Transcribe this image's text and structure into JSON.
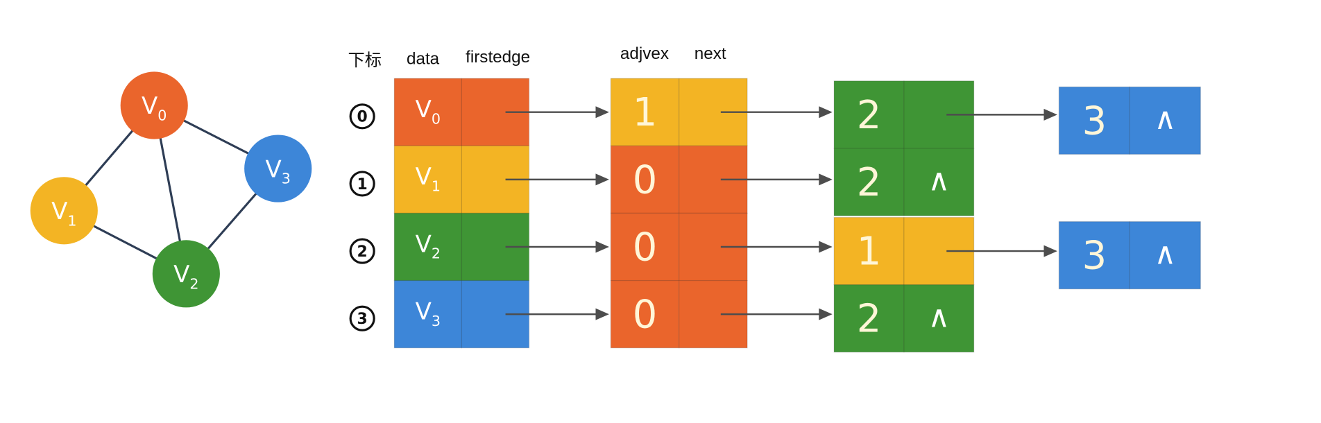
{
  "headers": {
    "index": "下标",
    "data": "data",
    "firstedge": "firstedge",
    "adjvex": "adjvex",
    "next": "next"
  },
  "colors": {
    "edge": "#2E3D55",
    "arrow": "#4D4D4D",
    "label": "#FFFFFF",
    "cell_text": "#FFF6D8"
  },
  "graph": {
    "vertices": [
      {
        "letter": "V",
        "sub": "0",
        "color": "#EA652C"
      },
      {
        "letter": "V",
        "sub": "1",
        "color": "#F3B424"
      },
      {
        "letter": "V",
        "sub": "2",
        "color": "#3F9535"
      },
      {
        "letter": "V",
        "sub": "3",
        "color": "#3D86D8"
      }
    ],
    "edges": [
      [
        0,
        1
      ],
      [
        0,
        2
      ],
      [
        0,
        3
      ],
      [
        1,
        2
      ],
      [
        2,
        3
      ]
    ]
  },
  "vertex_table": [
    {
      "index": "0",
      "letter": "V",
      "sub": "0",
      "color": "#EA652C"
    },
    {
      "index": "1",
      "letter": "V",
      "sub": "1",
      "color": "#F3B424"
    },
    {
      "index": "2",
      "letter": "V",
      "sub": "2",
      "color": "#3F9535"
    },
    {
      "index": "3",
      "letter": "V",
      "sub": "3",
      "color": "#3D86D8"
    }
  ],
  "adjacency": [
    [
      {
        "adjvex": "1",
        "color": "#F3B424"
      },
      {
        "adjvex": "2",
        "color": "#3F9535"
      },
      {
        "adjvex": "3",
        "next": "∧",
        "color": "#3D86D8"
      }
    ],
    [
      {
        "adjvex": "0",
        "color": "#EA652C"
      },
      {
        "adjvex": "2",
        "next": "∧",
        "color": "#3F9535"
      }
    ],
    [
      {
        "adjvex": "0",
        "color": "#EA652C"
      },
      {
        "adjvex": "1",
        "color": "#F3B424"
      },
      {
        "adjvex": "3",
        "next": "∧",
        "color": "#3D86D8"
      }
    ],
    [
      {
        "adjvex": "0",
        "color": "#EA652C"
      },
      {
        "adjvex": "2",
        "next": "∧",
        "color": "#3F9535"
      }
    ]
  ]
}
